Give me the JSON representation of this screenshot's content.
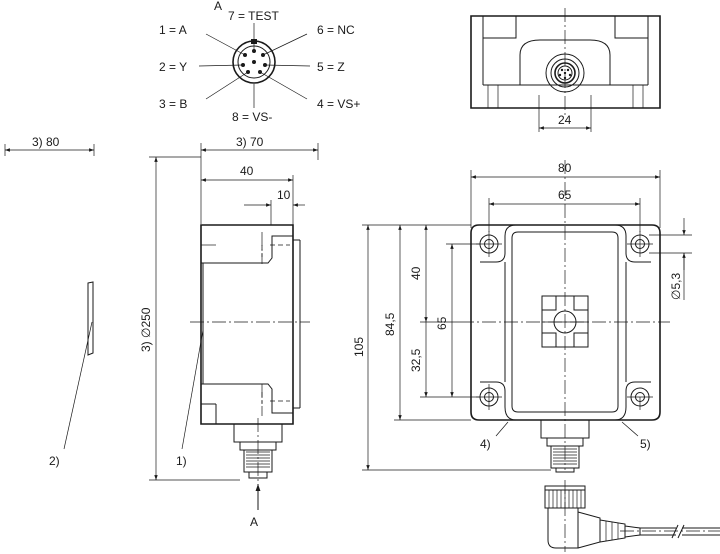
{
  "pinout": {
    "view_letter": "A",
    "pin1": "1 = A",
    "pin2": "2 = Y",
    "pin3": "3 = B",
    "pin4": "4 = VS+",
    "pin5": "5 = Z",
    "pin6": "6 = NC",
    "pin7": "7 = TEST",
    "pin8": "8 = VS-"
  },
  "dims": {
    "d80_left": "3) 80",
    "d70": "3) 70",
    "d40_top": "40",
    "d10": "10",
    "d250": "3) ∅250",
    "d24": "24",
    "d80": "80",
    "d65_h": "65",
    "d105": "105",
    "d84_5": "84,5",
    "d40_v": "40",
    "d32_5": "32,5",
    "d65_v": "65",
    "d5_3": "∅5,3"
  },
  "callouts": {
    "c1": "1)",
    "c2": "2)",
    "c4": "4)",
    "c5": "5)",
    "view_a": "A"
  }
}
